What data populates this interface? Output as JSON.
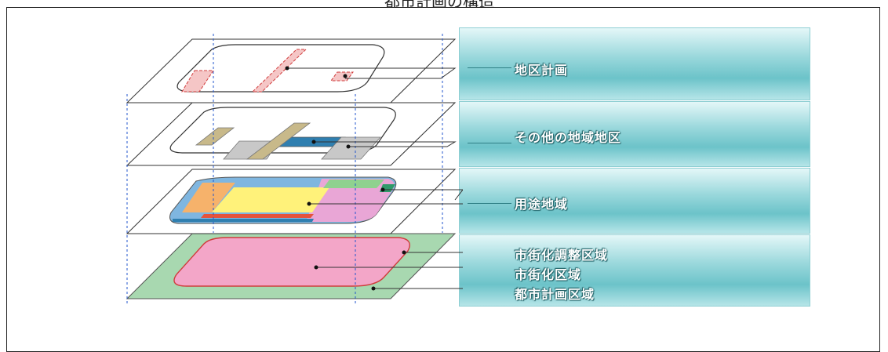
{
  "title": "都市計画の構造",
  "layers": [
    {
      "label": "地区計画"
    },
    {
      "label": "その他の地域地区"
    },
    {
      "label": "用途地域"
    }
  ],
  "zones": [
    {
      "label": "市街化調整区域"
    },
    {
      "label": "市街化区域"
    },
    {
      "label": "都市計画区域"
    }
  ],
  "colors": {
    "panel": "#6cc3c9",
    "planning_area": "#a8d8b0",
    "urbanization_area": "#f3a6c8",
    "use_zone_yellow": "#fff27a",
    "use_zone_blue": "#2f7fb0",
    "other_district_tan": "#c8b98a",
    "other_district_gray": "#c8c8c8",
    "guide_line": "#2255cc"
  },
  "icons": [
    "layer-plane",
    "pointer-dot"
  ]
}
